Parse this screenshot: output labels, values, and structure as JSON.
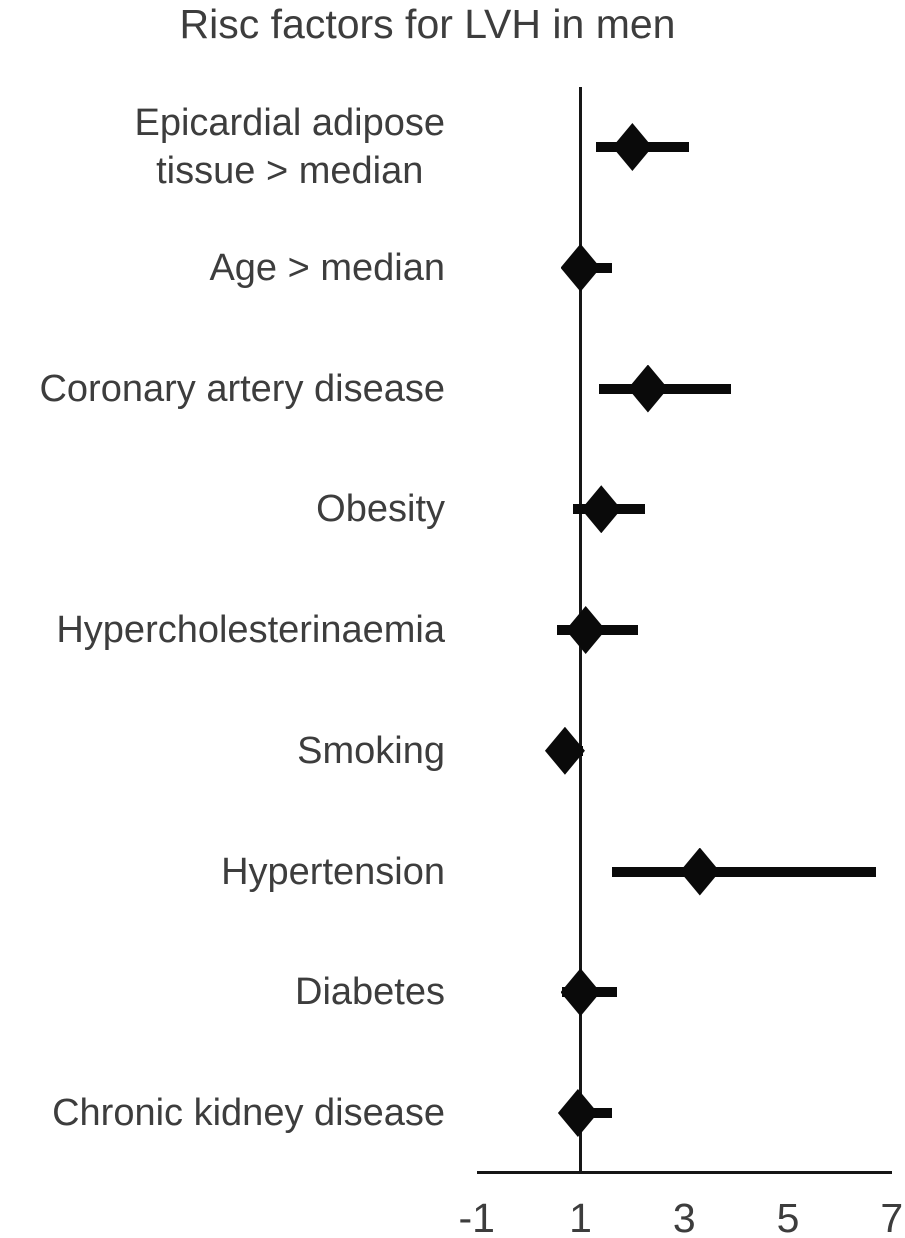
{
  "chart_data": {
    "type": "scatter",
    "subtype": "forest-plot",
    "title": "Risc factors for LVH in men",
    "xlabel": "",
    "ylabel": "",
    "xlim": [
      -1,
      7
    ],
    "x_ticks": [
      "-1",
      "1",
      "3",
      "5",
      "7"
    ],
    "x_tick_values": [
      -1,
      1,
      3,
      5,
      7
    ],
    "reference_line_x": 1,
    "grid": false,
    "legend": false,
    "marker": "diamond",
    "colors": {
      "marker": "#0a0a0a",
      "ci_line": "#0a0a0a",
      "axis": "#161616",
      "text": "#3d3d3d",
      "background": "#ffffff"
    },
    "rows": [
      {
        "label": "Epicardial adipose\ntissue > median",
        "odds_ratio": 2.0,
        "ci_low": 1.3,
        "ci_high": 3.1
      },
      {
        "label": "Age > median",
        "odds_ratio": 1.0,
        "ci_low": 0.7,
        "ci_high": 1.6
      },
      {
        "label": "Coronary artery disease",
        "odds_ratio": 2.3,
        "ci_low": 1.35,
        "ci_high": 3.9
      },
      {
        "label": "Obesity",
        "odds_ratio": 1.4,
        "ci_low": 0.85,
        "ci_high": 2.25
      },
      {
        "label": "Hypercholesterinaemia",
        "odds_ratio": 1.1,
        "ci_low": 0.55,
        "ci_high": 2.1
      },
      {
        "label": "Smoking",
        "odds_ratio": 0.7,
        "ci_low": 0.45,
        "ci_high": 1.05
      },
      {
        "label": "Hypertension",
        "odds_ratio": 3.3,
        "ci_low": 1.6,
        "ci_high": 6.7
      },
      {
        "label": "Diabetes",
        "odds_ratio": 1.0,
        "ci_low": 0.65,
        "ci_high": 1.7
      },
      {
        "label": "Chronic kidney disease",
        "odds_ratio": 0.95,
        "ci_low": 0.65,
        "ci_high": 1.6
      }
    ]
  }
}
